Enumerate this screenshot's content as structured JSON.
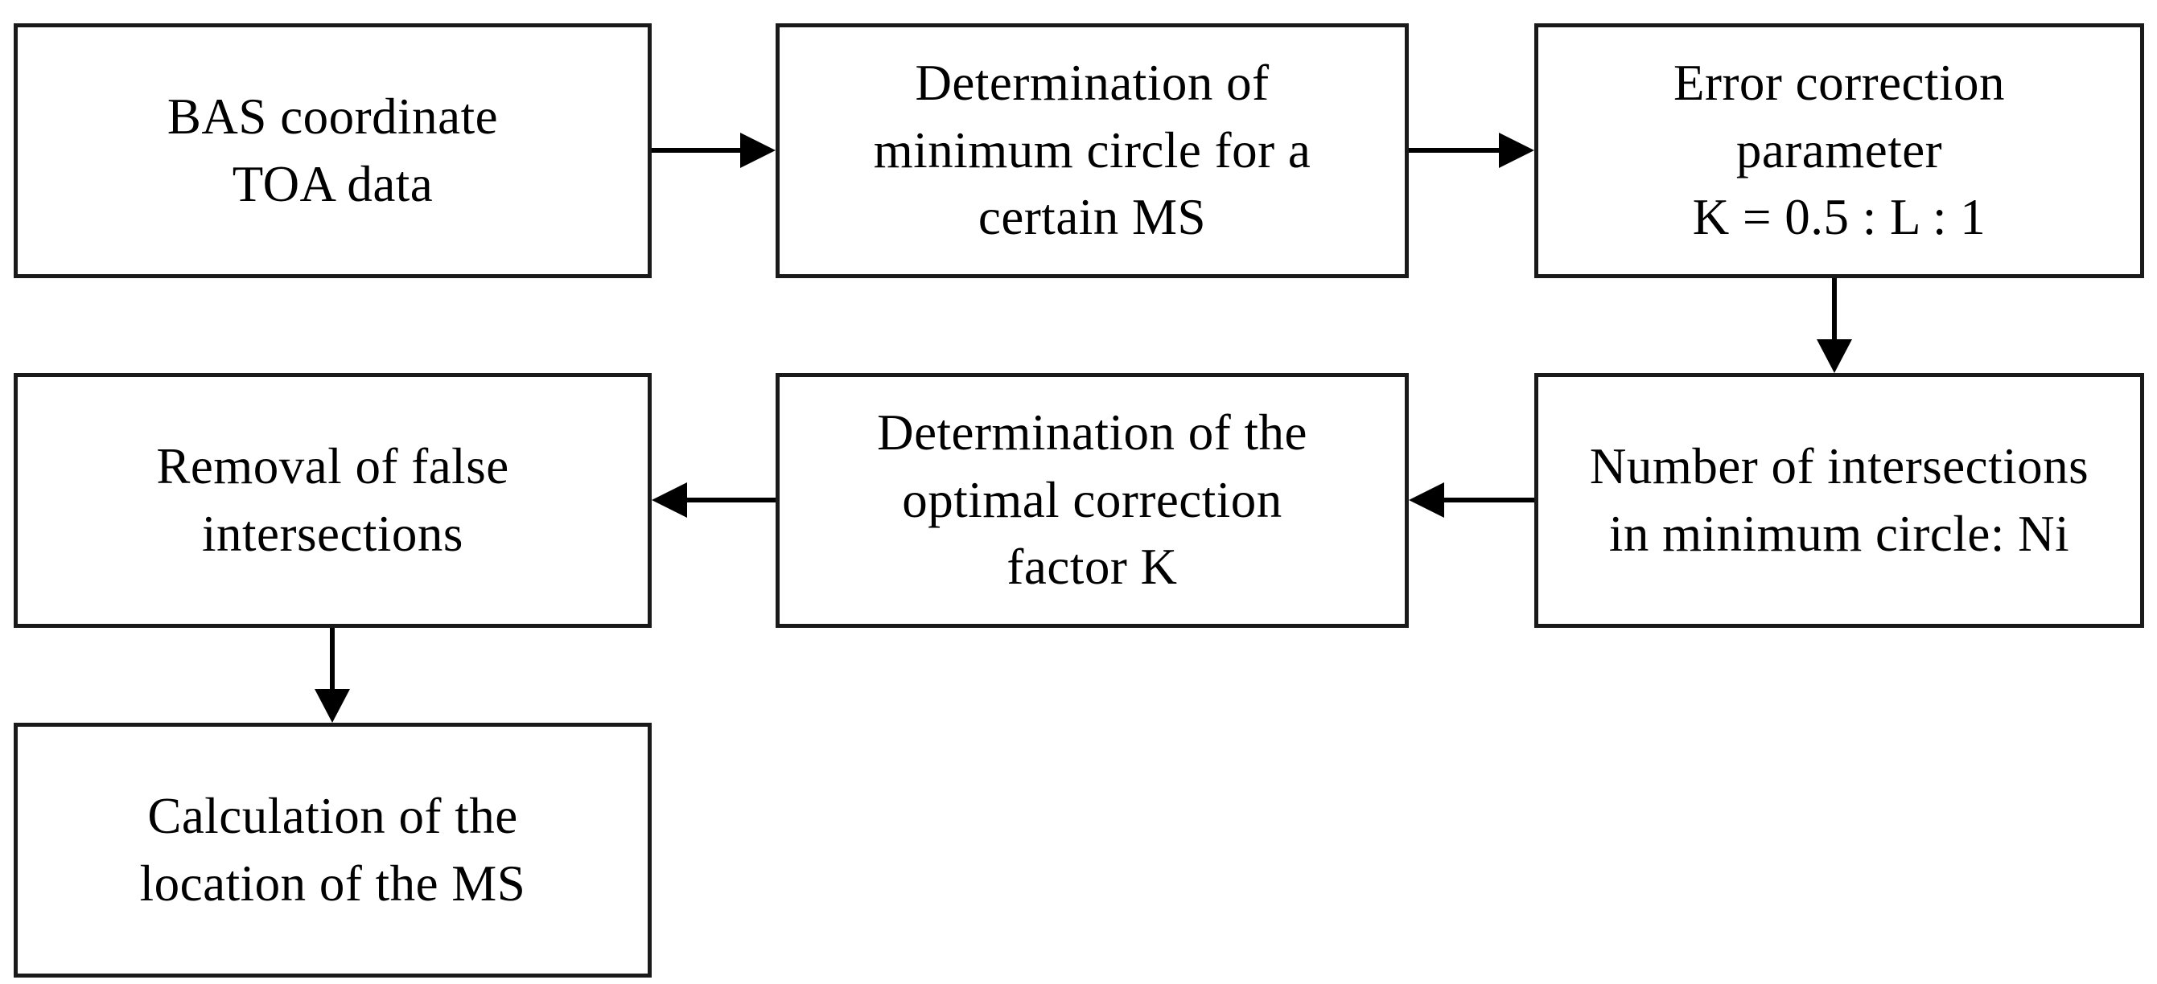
{
  "flowchart": {
    "background_color": "#ffffff",
    "box_border_color": "#1a1a1a",
    "box_fill_color": "#ffffff",
    "text_color": "#000000",
    "arrow_color": "#000000",
    "boxes": [
      {
        "id": "bas-toa-data",
        "label": "BAS coordinate\nTOA data"
      },
      {
        "id": "min-circle-determination",
        "label": "Determination of\nminimum circle for a\ncertain MS"
      },
      {
        "id": "error-correction-parameter",
        "label": "Error correction\nparameter\nK = 0.5 : L : 1"
      },
      {
        "id": "intersections-count",
        "label": "Number of intersections\nin minimum circle: Ni"
      },
      {
        "id": "optimal-correction-factor",
        "label": "Determination of the\noptimal correction\nfactor K"
      },
      {
        "id": "removal-false-intersections",
        "label": "Removal of false\nintersections"
      },
      {
        "id": "ms-location-calculation",
        "label": "Calculation of the\nlocation of the MS"
      }
    ],
    "edges": [
      {
        "from": "bas-toa-data",
        "to": "min-circle-determination",
        "direction": "right"
      },
      {
        "from": "min-circle-determination",
        "to": "error-correction-parameter",
        "direction": "right"
      },
      {
        "from": "error-correction-parameter",
        "to": "intersections-count",
        "direction": "down"
      },
      {
        "from": "intersections-count",
        "to": "optimal-correction-factor",
        "direction": "left"
      },
      {
        "from": "optimal-correction-factor",
        "to": "removal-false-intersections",
        "direction": "left"
      },
      {
        "from": "removal-false-intersections",
        "to": "ms-location-calculation",
        "direction": "down"
      }
    ]
  }
}
